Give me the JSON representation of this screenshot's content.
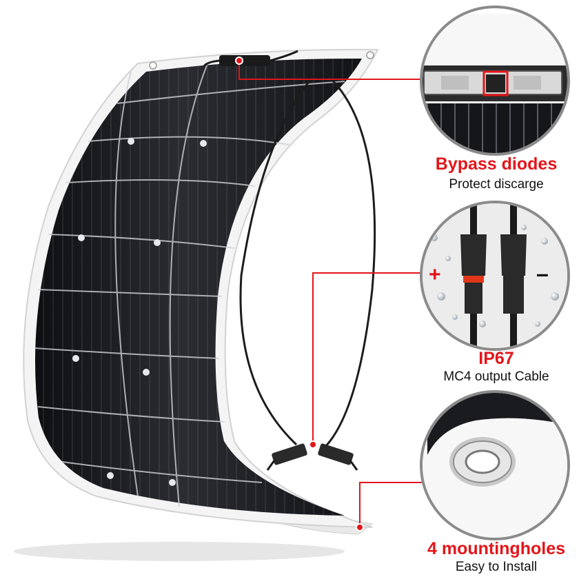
{
  "callouts": [
    {
      "title": "Bypass diodes",
      "subtitle": "Protect discarge"
    },
    {
      "title": "IP67",
      "subtitle": "MC4 output Cable"
    },
    {
      "title": "4 mountingholes",
      "subtitle": "Easy to Install"
    }
  ],
  "connector_signs": {
    "plus": "+",
    "minus": "–"
  },
  "colors": {
    "accent": "#e3151a",
    "panel": "#1b1c1f",
    "frame": "#f2f2f2",
    "text": "#111111"
  }
}
